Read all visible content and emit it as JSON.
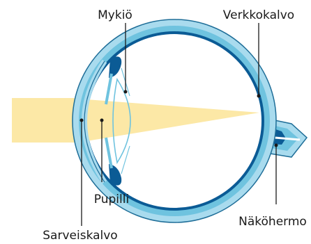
{
  "labels": {
    "lens": "Mykiö",
    "retina": "Verkkokalvo",
    "pupil": "Pupilli",
    "cornea": "Sarveiskalvo",
    "optic_nerve": "Näköhermo"
  },
  "colors": {
    "light_beam": "#fce8a6",
    "sclera_outer": "#a9dbee",
    "sclera_inner": "#6fc3df",
    "retina": "#0b5b95",
    "outline": "#1f6e98",
    "background": "#ffffff",
    "text": "#1a1a1a"
  }
}
